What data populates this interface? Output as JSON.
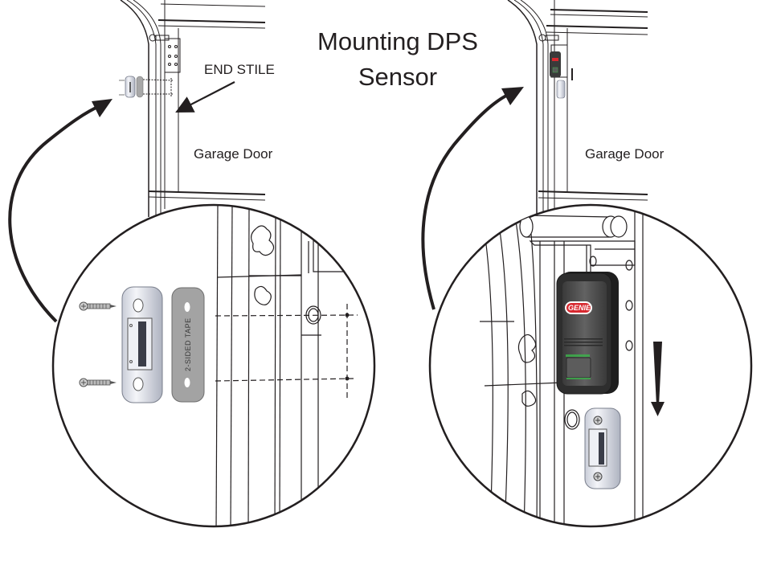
{
  "title": {
    "line1": "Mounting DPS",
    "line2": "Sensor"
  },
  "left_panel": {
    "callout_label": "END STILE",
    "door_label": "Garage Door",
    "tape_label": "2-SIDED TAPE",
    "parts": [
      "screw",
      "screw",
      "bracket",
      "2-sided tape"
    ]
  },
  "right_panel": {
    "door_label": "Garage Door",
    "brand_logo": "GENIE",
    "direction_arrow": "down"
  },
  "colors": {
    "line": "#231f20",
    "sensor_body": "#2b2b2b",
    "sensor_face": "#555555",
    "logo_red": "#d7282f",
    "led_green": "#3cb44b",
    "tape_gray": "#9a9a9a",
    "bracket_white": "#e8ebf2"
  }
}
